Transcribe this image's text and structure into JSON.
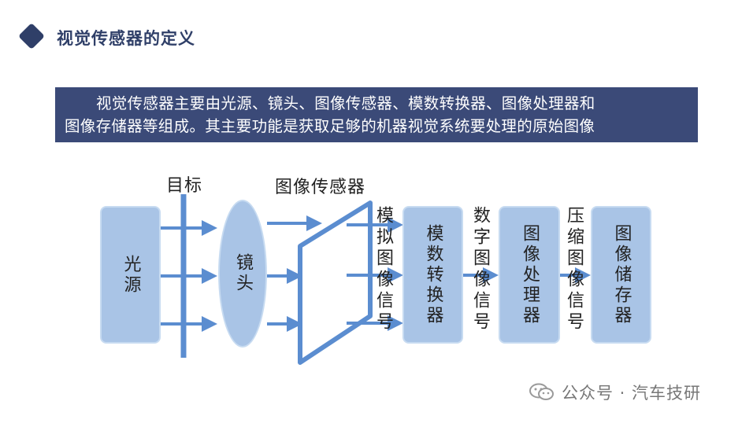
{
  "header": {
    "title": "视觉传感器的定义"
  },
  "description": {
    "line1": "视觉传感器主要由光源、镜头、图像传感器、模数转换器、图像处理器和",
    "line2": "图像存储器等组成。其主要功能是获取足够的机器视觉系统要处理的原始图像"
  },
  "diagram": {
    "components": {
      "light_source": "光源",
      "lens": "镜头",
      "adc": "模数转换器",
      "image_processor": "图像处理器",
      "image_storage": "图像储存器"
    },
    "labels": {
      "target": "目标",
      "image_sensor": "图像传感器",
      "analog_signal": "模拟图像信号",
      "digital_signal": "数字图像信号",
      "compressed_signal": "压缩图像信号"
    },
    "colors": {
      "box_fill": "#a9c4e6",
      "arrow": "#5b8dd0"
    }
  },
  "watermark": {
    "text": "公众号 · 汽车技研",
    "icon": "wechat-icon"
  }
}
